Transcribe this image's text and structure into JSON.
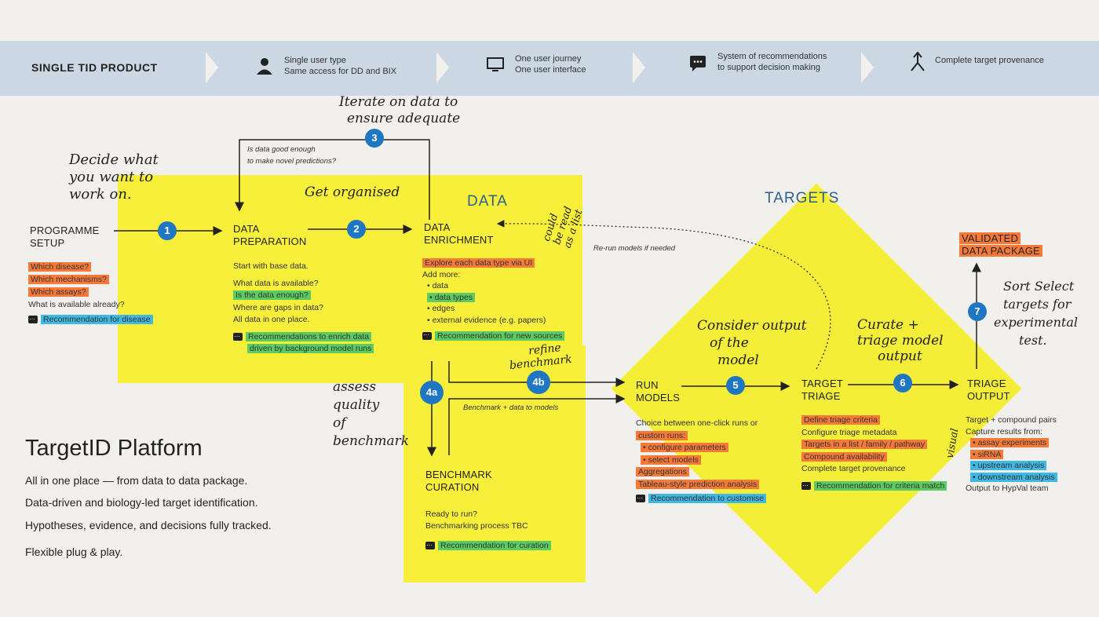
{
  "header": {
    "title": "SINGLE TID PRODUCT",
    "items": [
      {
        "icon": "person-icon",
        "line1": "Single user type",
        "line2": "Same access for DD and BIX"
      },
      {
        "icon": "monitor-icon",
        "line1": "One user journey",
        "line2": "One user interface"
      },
      {
        "icon": "chat-icon",
        "line1": "System of recommendations",
        "line2": "to support decision making"
      },
      {
        "icon": "merge-arrow-icon",
        "line1": "Complete target provenance",
        "line2": ""
      }
    ]
  },
  "sections": {
    "data": "DATA",
    "targets": "TARGETS"
  },
  "stages": {
    "programme_setup": {
      "title1": "PROGRAMME",
      "title2": "SETUP",
      "items": [
        "Which disease?",
        "Which mechanisms?",
        "Which assays?",
        "What is available already?"
      ],
      "rec": "Recommendation for disease"
    },
    "data_preparation": {
      "title1": "DATA",
      "title2": "PREPARATION",
      "intro": "Start with base data.",
      "items": [
        "What data is available?",
        "Is the data enough?",
        "Where are gaps in data?",
        "All data in one place."
      ],
      "rec1": "Recommendations to enrich data",
      "rec2": "driven by background model runs"
    },
    "data_enrichment": {
      "title1": "DATA",
      "title2": "ENRICHMENT",
      "explore": "Explore each data type via UI",
      "add_more": "Add more:",
      "items": [
        "• data",
        "• data types",
        "• edges",
        "• external evidence (e.g. papers)"
      ],
      "rec": "Recommendation for new sources"
    },
    "benchmark_curation": {
      "title1": "BENCHMARK",
      "title2": "CURATION",
      "items": [
        "Ready to run?",
        "Benchmarking process TBC"
      ],
      "rec": "Recommendation for curation"
    },
    "run_models": {
      "title1": "RUN",
      "title2": "MODELS",
      "items": [
        "Choice between one-click runs or",
        "custom runs:",
        "• configure parameters",
        "• select models",
        "Aggregations",
        "Tableau-style prediction analysis"
      ],
      "rec": "Recommendation to customise"
    },
    "target_triage": {
      "title1": "TARGET",
      "title2": "TRIAGE",
      "items": [
        "Define triage criteria",
        "Configure triage metadata",
        "Targets in a list / family / pathway",
        "Compound availability",
        "Complete target provenance"
      ],
      "rec": "Recommendation for criteria match"
    },
    "triage_output": {
      "title1": "TRIAGE",
      "title2": "OUTPUT",
      "items": [
        "Target + compound pairs",
        "Capture results from:",
        "• assay experiments",
        "• siRNA",
        "• upstream analysis",
        "• downstream analysis",
        "Output to HypVal team"
      ]
    },
    "validated": {
      "title1": "VALIDATED",
      "title2": "DATA PACKAGE"
    }
  },
  "flow_notes": {
    "is_data_good_1": "Is data good enough",
    "is_data_good_2": "to make novel predictions?",
    "rerun": "Re-run models if needed",
    "benchmark_to_models": "Benchmark + data to models"
  },
  "badges": [
    "1",
    "2",
    "3",
    "4a",
    "4b",
    "5",
    "6",
    "7"
  ],
  "handwriting": {
    "decide1": "Decide what",
    "decide2": "you want to",
    "decide3": "work on.",
    "iterate1": "Iterate on data to",
    "iterate2": "ensure adequate",
    "organised": "Get organised",
    "could1": "could",
    "could2": "be read",
    "could3": "as a list",
    "refine1": "refine",
    "refine2": "benchmark",
    "assess1": "assess",
    "assess2": "quality",
    "assess3": "of",
    "assess4": "benchmark",
    "consider1": "Consider output",
    "consider2": "of the",
    "consider3": "model",
    "curate1": "Curate +",
    "curate2": "triage model",
    "curate3": "output",
    "select1": "Sort Select",
    "select2": "targets for",
    "select3": "experimental",
    "select4": "test.",
    "visual": "visual"
  },
  "platform": {
    "title": "TargetID Platform",
    "lines": [
      "All in one place — from data to data package.",
      "Data-driven and biology-led target identification.",
      "Hypotheses, evidence, and decisions fully tracked.",
      "Flexible plug & play."
    ]
  },
  "colors": {
    "yellow": "#f7ef3a",
    "badge": "#1f76c2",
    "orange": "#f57a3a",
    "green": "#5bcb62",
    "blue": "#3fb8e2",
    "band": "#cbd7e3"
  }
}
